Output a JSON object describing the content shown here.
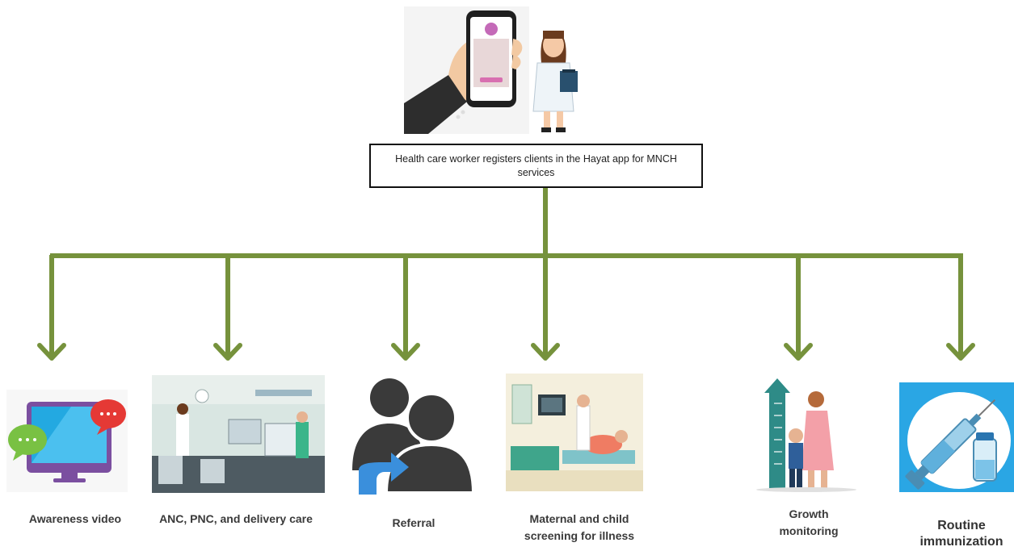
{
  "diagram": {
    "top_box_text": "Health care worker registers clients in the Hayat app for MNCH services",
    "colors": {
      "connector": "#76923c",
      "box_border": "#111111"
    },
    "services": [
      {
        "id": "awareness-video",
        "label": "Awareness video"
      },
      {
        "id": "anc-pnc-delivery",
        "label": "ANC, PNC, and delivery care"
      },
      {
        "id": "referral",
        "label": "Referral"
      },
      {
        "id": "screening",
        "label_line1": "Maternal and child",
        "label_line2": "screening for illness"
      },
      {
        "id": "growth-monitoring",
        "label_line1": "Growth",
        "label_line2": "monitoring"
      },
      {
        "id": "routine-immunization",
        "label_line1": "Routine",
        "label_line2": "immunization"
      }
    ]
  }
}
